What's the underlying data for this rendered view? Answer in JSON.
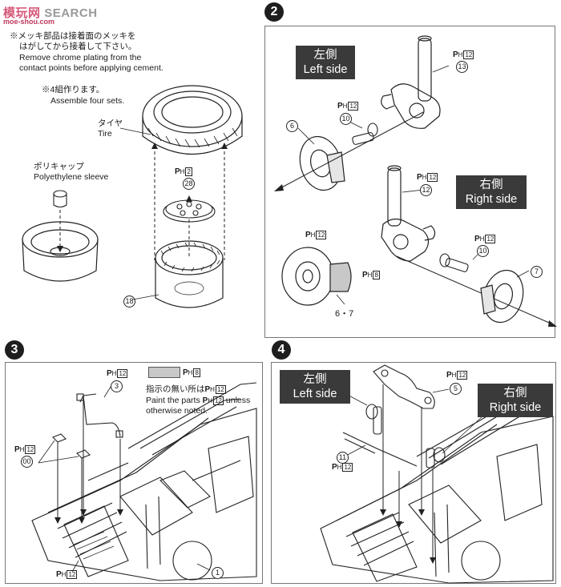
{
  "watermark": {
    "logo_text": "模玩网",
    "site_text": "SEARCH",
    "url_text": "moe-shou.com"
  },
  "steps": {
    "s2": "2",
    "s3": "3",
    "s4": "4"
  },
  "step1": {
    "note_jp": "※メッキ部品は接着面のメッキを",
    "note_jp2": "はがしてから接着して下さい。",
    "note_en1": "Remove chrome plating from the",
    "note_en2": "contact points before applying cement.",
    "four_jp": "※4組作ります。",
    "four_en": "Assemble four sets.",
    "tire_jp": "タイヤ",
    "tire_en": "Tire",
    "sleeve_jp": "ポリキャップ",
    "sleeve_en": "Polyethylene sleeve",
    "hub_code": "2",
    "hub_num": "28",
    "wheel_num": "18"
  },
  "step2": {
    "left_jp": "左側",
    "left_en": "Left side",
    "right_jp": "右側",
    "right_en": "Right side",
    "p13_code": "12",
    "p13_num": "13",
    "p10a_code": "12",
    "p10a_num": "10",
    "p6_num": "6",
    "p12_code": "12",
    "p12_num": "12",
    "p10b_code": "12",
    "p10b_num": "10",
    "p7_num": "7",
    "disc_code": "12",
    "caliper_code": "8",
    "disc_label": "6・7"
  },
  "step3": {
    "swatch_code": "8",
    "paint_jp": "指示の無い所は",
    "paint_jp_code": "12",
    "paint_en1": "Paint the parts",
    "paint_en_code": "12",
    "paint_en2": "unless",
    "paint_en3": "otherwise noted.",
    "p3_code": "12",
    "p3_num": "3",
    "p00_code": "12",
    "p00_num": "00",
    "bottom_code": "12",
    "p1_num": "1"
  },
  "step4": {
    "left_jp": "左側",
    "left_en": "Left side",
    "right_jp": "右側",
    "right_en": "Right side",
    "p5_code": "12",
    "p5_num": "5",
    "p11_num": "11",
    "p11_code": "12"
  },
  "colors": {
    "side_label_bg": "#3a3a3a",
    "paint_swatch": "#c8c8c8",
    "watermark_pink": "#d65a7a"
  }
}
